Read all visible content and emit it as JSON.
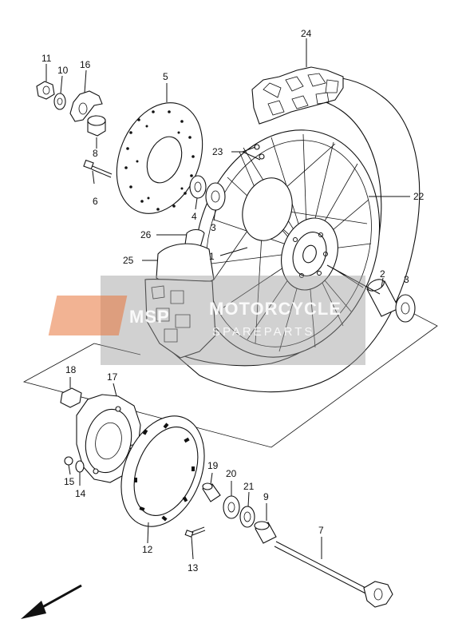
{
  "diagram": {
    "parts": [
      {
        "id": "p1",
        "number": "1"
      },
      {
        "id": "p2",
        "number": "2"
      },
      {
        "id": "p3a",
        "number": "3"
      },
      {
        "id": "p3b",
        "number": "3"
      },
      {
        "id": "p4",
        "number": "4"
      },
      {
        "id": "p5",
        "number": "5"
      },
      {
        "id": "p6",
        "number": "6"
      },
      {
        "id": "p7",
        "number": "7"
      },
      {
        "id": "p8",
        "number": "8"
      },
      {
        "id": "p9",
        "number": "9"
      },
      {
        "id": "p10",
        "number": "10"
      },
      {
        "id": "p11",
        "number": "11"
      },
      {
        "id": "p12",
        "number": "12"
      },
      {
        "id": "p13",
        "number": "13"
      },
      {
        "id": "p14",
        "number": "14"
      },
      {
        "id": "p15",
        "number": "15"
      },
      {
        "id": "p16",
        "number": "16"
      },
      {
        "id": "p17",
        "number": "17"
      },
      {
        "id": "p18",
        "number": "18"
      },
      {
        "id": "p19",
        "number": "19"
      },
      {
        "id": "p20",
        "number": "20"
      },
      {
        "id": "p21",
        "number": "21"
      },
      {
        "id": "p22",
        "number": "22"
      },
      {
        "id": "p23",
        "number": "23"
      },
      {
        "id": "p24",
        "number": "24"
      },
      {
        "id": "p25",
        "number": "25"
      },
      {
        "id": "p26",
        "number": "26"
      }
    ]
  },
  "watermark": {
    "line1": "MOTORCYCLE",
    "line2": "SPAREPARTS",
    "logo_letters": "MSP"
  },
  "colors": {
    "ink": "#111111",
    "watermark_grey": "#9a9a9a",
    "watermark_orange": "#e8743b"
  }
}
